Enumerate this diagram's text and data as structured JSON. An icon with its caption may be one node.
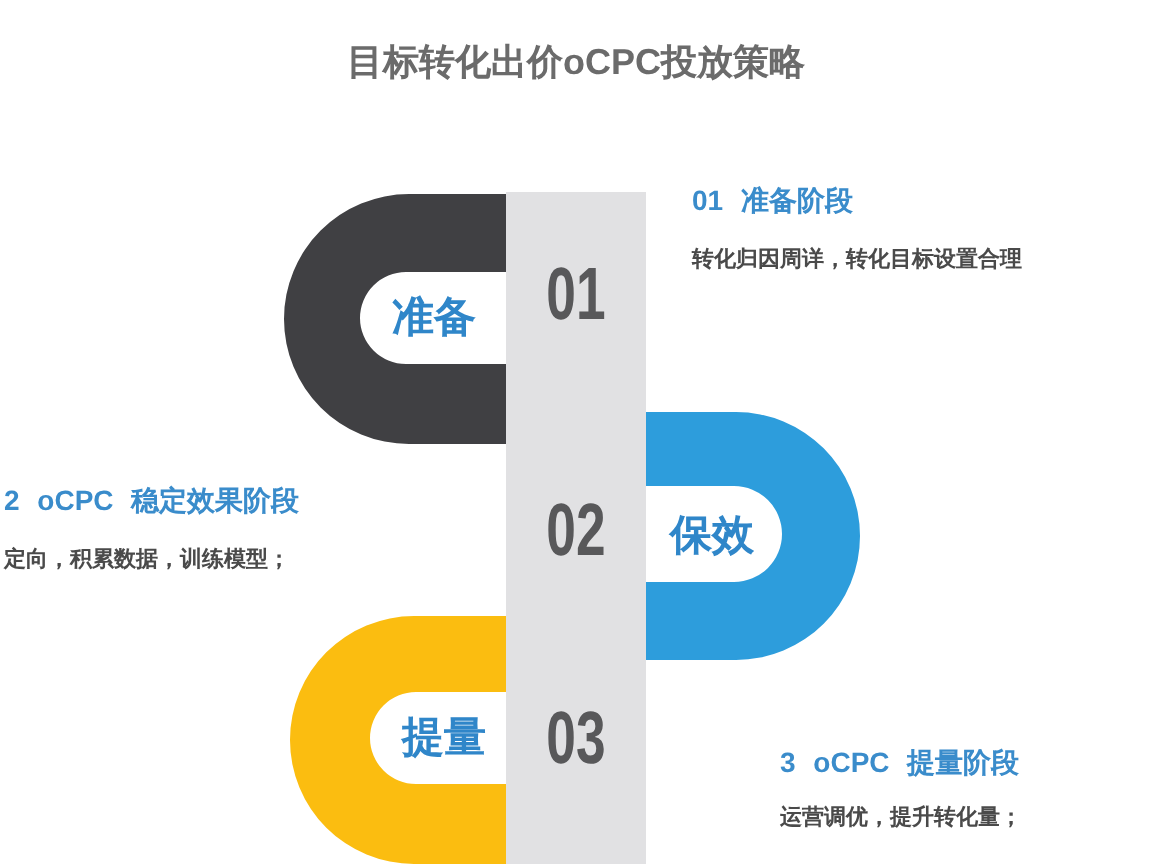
{
  "diagram": {
    "title": "目标转化出价oCPC投放策略",
    "nodes": [
      {
        "text": [
          "01",
          "02",
          "03"
        ]
      },
      {
        "text": [
          "准备"
        ],
        "beside": [
          "01 准备阶段",
          "转化归因周详，转化目标设置合理"
        ]
      },
      {
        "text": [
          "保效"
        ],
        "beside": [
          "2 oCPC 稳定效果阶段",
          "定向，积累数据，训练模型；"
        ]
      },
      {
        "text": [
          "提量"
        ],
        "beside": [
          "3 oCPC 提量阶段",
          "运营调优，提升转化量；"
        ]
      }
    ]
  }
}
